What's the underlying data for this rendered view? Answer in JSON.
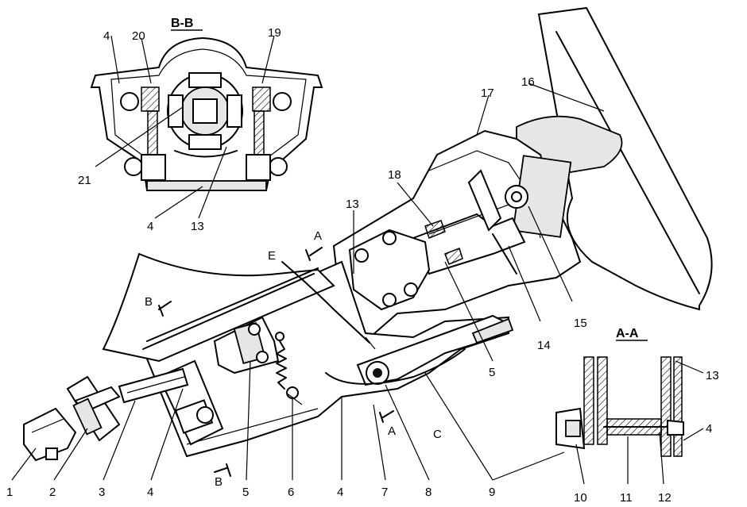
{
  "sections": {
    "bb": "B-B",
    "aa": "A-A",
    "a_marker": "A",
    "b_marker": "B"
  },
  "letters": {
    "e": "E",
    "c": "C"
  },
  "callouts": {
    "n1": "1",
    "n2": "2",
    "n3": "3",
    "n4": "4",
    "n5": "5",
    "n6": "6",
    "n7": "7",
    "n8": "8",
    "n9": "9",
    "n10": "10",
    "n11": "11",
    "n12": "12",
    "n13": "13",
    "n14": "14",
    "n15": "15",
    "n16": "16",
    "n17": "17",
    "n18": "18",
    "n19": "19",
    "n20": "20",
    "n21": "21"
  }
}
